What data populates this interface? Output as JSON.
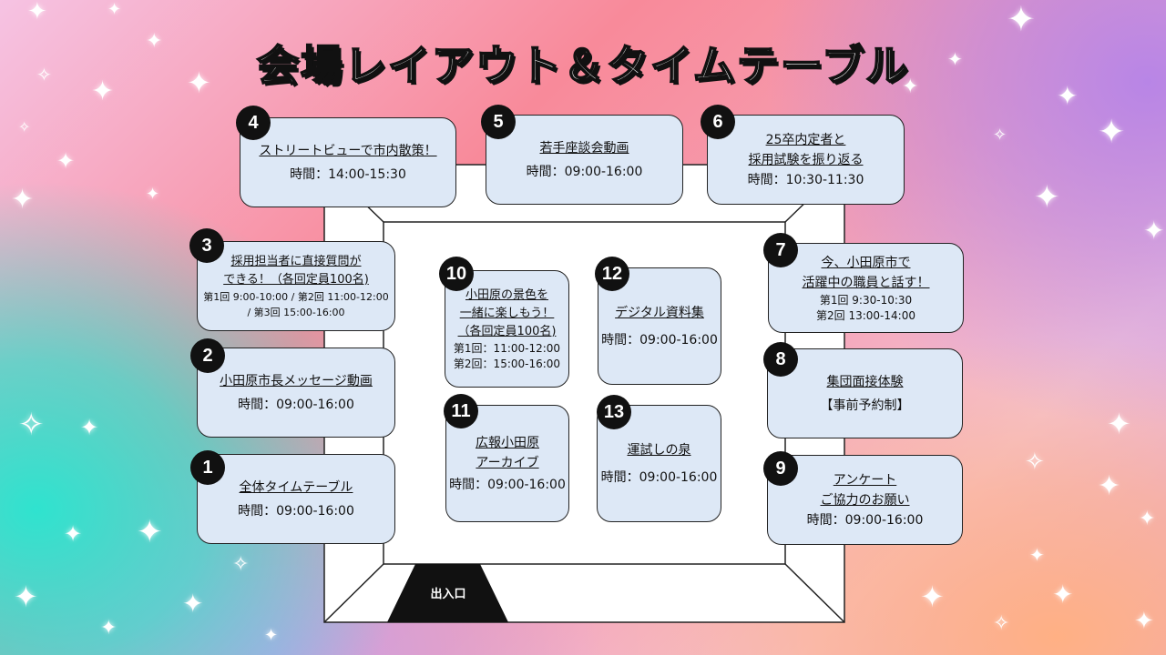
{
  "title": "会場レイアウト＆タイムテーブル",
  "exit_label": "出入口",
  "booths": [
    {
      "num": "1",
      "title_lines": [
        "全体タイムテーブル"
      ],
      "time": "時間：09:00-16:00"
    },
    {
      "num": "2",
      "title_lines": [
        "小田原市長メッセージ動画"
      ],
      "time": "時間：09:00-16:00"
    },
    {
      "num": "3",
      "title_lines": [
        "採用担当者に直接質問が",
        "できる！（各回定員100名)"
      ],
      "schedule": [
        "第1回 9:00-10:00 / 第2回 11:00-12:00",
        "/ 第3回 15:00-16:00"
      ]
    },
    {
      "num": "4",
      "title_lines": [
        "ストリートビューで市内散策！"
      ],
      "time": "時間：14:00-15:30"
    },
    {
      "num": "5",
      "title_lines": [
        "若手座談会動画"
      ],
      "time": "時間：09:00-16:00"
    },
    {
      "num": "6",
      "title_lines": [
        "25卒内定者と",
        "採用試験を振り返る"
      ],
      "time": "時間：10:30-11:30"
    },
    {
      "num": "7",
      "title_lines": [
        "今、小田原市で",
        "活躍中の職員と話す！"
      ],
      "schedule": [
        "第1回 9:30-10:30",
        "第2回 13:00-14:00"
      ]
    },
    {
      "num": "8",
      "title_lines": [
        "集団面接体験"
      ],
      "note": "【事前予約制】"
    },
    {
      "num": "9",
      "title_lines": [
        "アンケート",
        "ご協力のお願い"
      ],
      "time": "時間：09:00-16:00"
    },
    {
      "num": "10",
      "title_lines": [
        "小田原の景色を",
        "一緒に楽しもう！",
        "（各回定員100名)"
      ],
      "schedule": [
        "第1回：11:00-12:00",
        "第2回：15:00-16:00"
      ]
    },
    {
      "num": "11",
      "title_lines": [
        "広報小田原",
        "アーカイブ"
      ],
      "time": "時間：09:00-16:00"
    },
    {
      "num": "12",
      "title_lines": [
        "デジタル資料集"
      ],
      "time": "時間：09:00-16:00"
    },
    {
      "num": "13",
      "title_lines": [
        "運試しの泉"
      ],
      "time": "時間：09:00-16:00"
    }
  ]
}
